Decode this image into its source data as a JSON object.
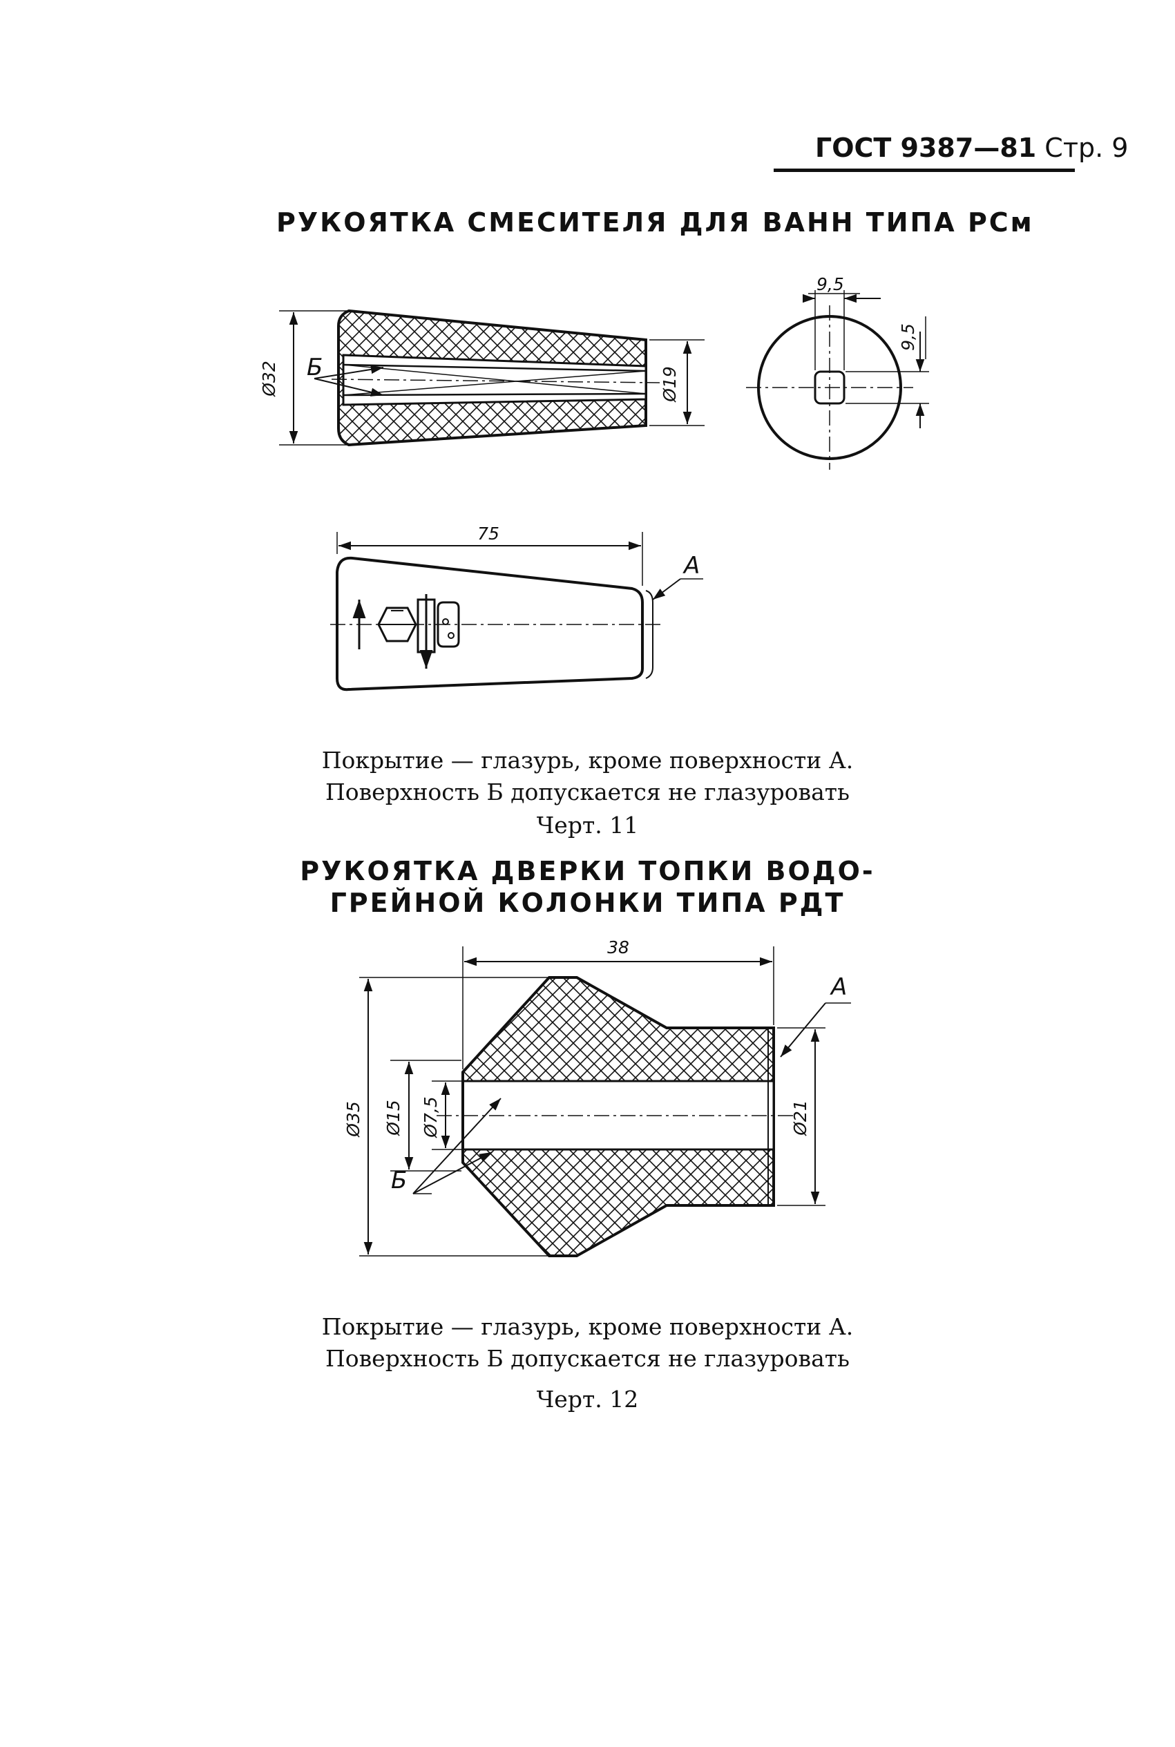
{
  "header": {
    "standard": "ГОСТ 9387—81",
    "page": "Стр. 9"
  },
  "section1": {
    "title": "РУКОЯТКА СМЕСИТЕЛЯ ДЛЯ ВАНН ТИПА РСм",
    "dims": {
      "d_large": "Ø32",
      "d_small": "Ø19",
      "square_w": "9,5",
      "square_h": "9,5",
      "length": "75"
    },
    "labels": {
      "surface_a": "А",
      "surface_b": "Б"
    },
    "note_line1": "Покрытие — глазурь, кроме поверхности А.",
    "note_line2": "Поверхность Б допускается не глазуровать",
    "caption": "Черт. 11"
  },
  "section2": {
    "title_line1": "РУКОЯТКА ДВЕРКИ ТОПКИ ВОДО-",
    "title_line2": "ГРЕЙНОЙ КОЛОНКИ ТИПА РДТ",
    "dims": {
      "length": "38",
      "d_outer": "Ø35",
      "d_bore": "Ø15",
      "d_inner": "Ø7,5",
      "d_neck": "Ø21"
    },
    "labels": {
      "surface_a": "А",
      "surface_b": "Б"
    },
    "note_line1": "Покрытие — глазурь, кроме поверхности А.",
    "note_line2": "Поверхность Б допускается не глазуровать",
    "caption": "Черт. 12"
  }
}
